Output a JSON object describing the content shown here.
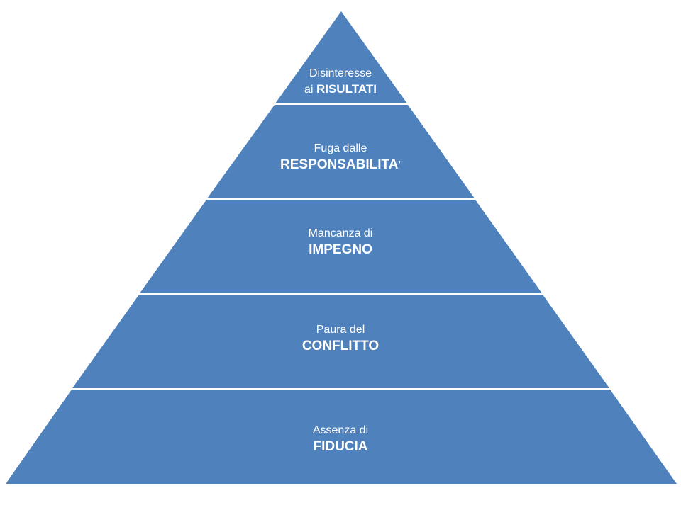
{
  "diagram": {
    "type": "pyramid",
    "fill_color": "#4f81bd",
    "separator_color": "#ffffff",
    "tiers": [
      {
        "line1": "Disinteresse",
        "prefix": "ai ",
        "keyword": "RISULTATI",
        "suffix": ""
      },
      {
        "line1": "Fuga dalle",
        "prefix": "",
        "keyword": "RESPONSABILITA",
        "suffix": "’"
      },
      {
        "line1": "Mancanza di",
        "prefix": "",
        "keyword": "IMPEGNO",
        "suffix": ""
      },
      {
        "line1": "Paura del",
        "prefix": "",
        "keyword": "CONFLITTO",
        "suffix": ""
      },
      {
        "line1": "Assenza di",
        "prefix": "",
        "keyword": "FIDUCIA",
        "suffix": ""
      }
    ]
  }
}
